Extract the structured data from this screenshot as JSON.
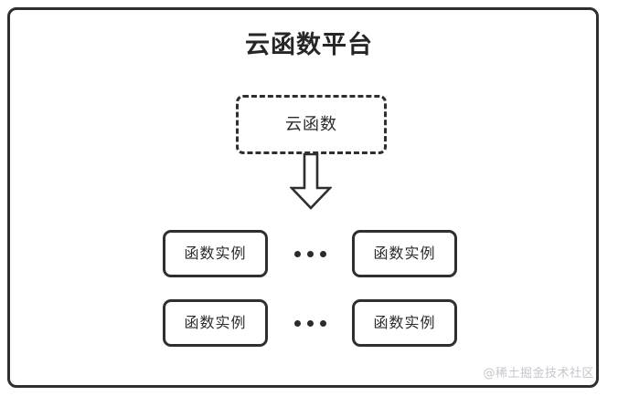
{
  "diagram": {
    "title": "云函数平台",
    "source_node": {
      "label": "云函数",
      "style": "dashed"
    },
    "arrow": {
      "icon": "down-block-arrow",
      "direction": "down"
    },
    "ellipsis": "•••",
    "rows": [
      {
        "left_instance": "函数实例",
        "ellipsis": "•••",
        "right_instance": "函数实例"
      },
      {
        "left_instance": "函数实例",
        "ellipsis": "•••",
        "right_instance": "函数实例"
      }
    ],
    "watermark": "@稀土掘金技术社区",
    "colors": {
      "stroke": "#2f2f2f",
      "text": "#2b2b2b",
      "title": "#262626",
      "watermark": "#c3c6cb",
      "background": "#ffffff"
    }
  }
}
